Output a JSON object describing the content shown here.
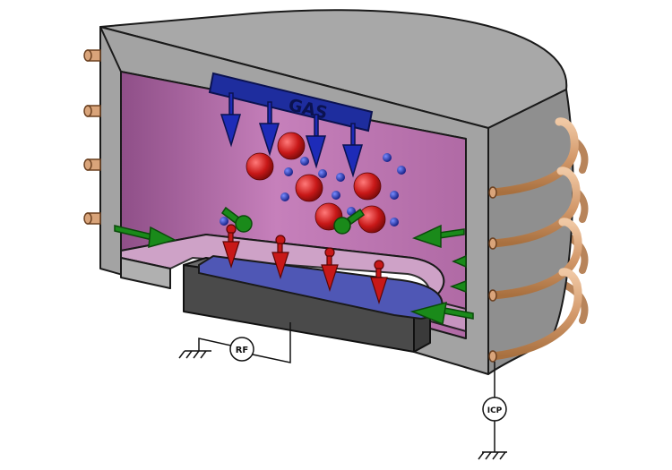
{
  "labels": {
    "gas": "GAS",
    "rf": "RF",
    "icp": "ICP"
  },
  "colors": {
    "chamber_wall": "#9a9a9a",
    "chamber_interior": "#b56aa8",
    "wafer": "#4f57b5",
    "chuck": "#555555",
    "gas_manifold": "#1e2d9e",
    "ion": "#c81818",
    "electron": "#1d2bb8",
    "radical_arrow": "#1a8a1a",
    "coil": "#d9a47a"
  },
  "icons": [
    "rf-source-icon",
    "icp-source-icon",
    "ground-icon"
  ]
}
